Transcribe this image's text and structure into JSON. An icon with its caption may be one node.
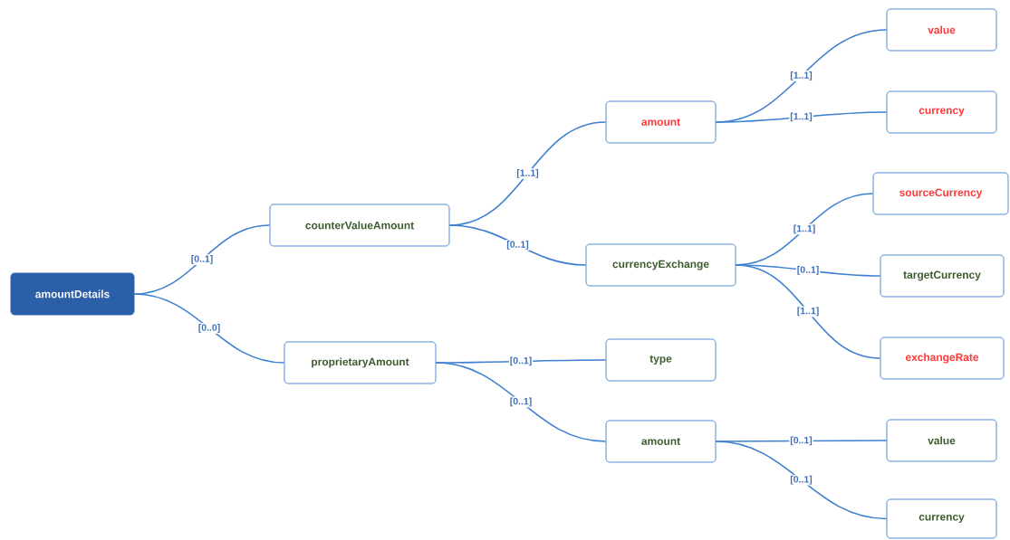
{
  "diagram": {
    "nodes": [
      {
        "text": [
          "amountDetails"
        ]
      },
      {
        "text": [
          "counterValueAmount"
        ]
      },
      {
        "text": [
          "proprietaryAmount"
        ]
      },
      {
        "text": [
          "amount"
        ]
      },
      {
        "text": [
          "value"
        ]
      },
      {
        "text": [
          "currency"
        ]
      },
      {
        "text": [
          "currencyExchange"
        ]
      },
      {
        "text": [
          "sourceCurrency"
        ]
      },
      {
        "text": [
          "targetCurrency"
        ]
      },
      {
        "text": [
          "exchangeRate"
        ]
      },
      {
        "text": [
          "type"
        ]
      },
      {
        "text": [
          "amount"
        ]
      },
      {
        "text": [
          "value"
        ]
      },
      {
        "text": [
          "currency"
        ]
      }
    ],
    "edges": [
      {
        "from": 0,
        "to": 1,
        "arrow": "none",
        "label": "[0..1]"
      },
      {
        "from": 0,
        "to": 2,
        "arrow": "none",
        "label": "[0..0]"
      },
      {
        "from": 1,
        "to": 3,
        "arrow": "none",
        "label": "[1..1]"
      },
      {
        "from": 1,
        "to": 6,
        "arrow": "none",
        "label": "[0..1]"
      },
      {
        "from": 3,
        "to": 4,
        "arrow": "none",
        "label": "[1..1]"
      },
      {
        "from": 3,
        "to": 5,
        "arrow": "none",
        "label": "[1..1]"
      },
      {
        "from": 6,
        "to": 7,
        "arrow": "none",
        "label": "[1..1]"
      },
      {
        "from": 6,
        "to": 8,
        "arrow": "none",
        "label": "[0..1]"
      },
      {
        "from": 6,
        "to": 9,
        "arrow": "none",
        "label": "[1..1]"
      },
      {
        "from": 2,
        "to": 10,
        "arrow": "none",
        "label": "[0..1]"
      },
      {
        "from": 2,
        "to": 11,
        "arrow": "none",
        "label": "[0..1]"
      },
      {
        "from": 11,
        "to": 12,
        "arrow": "none",
        "label": "[0..1]"
      },
      {
        "from": 11,
        "to": 13,
        "arrow": "none",
        "label": "[0..1]"
      }
    ]
  }
}
